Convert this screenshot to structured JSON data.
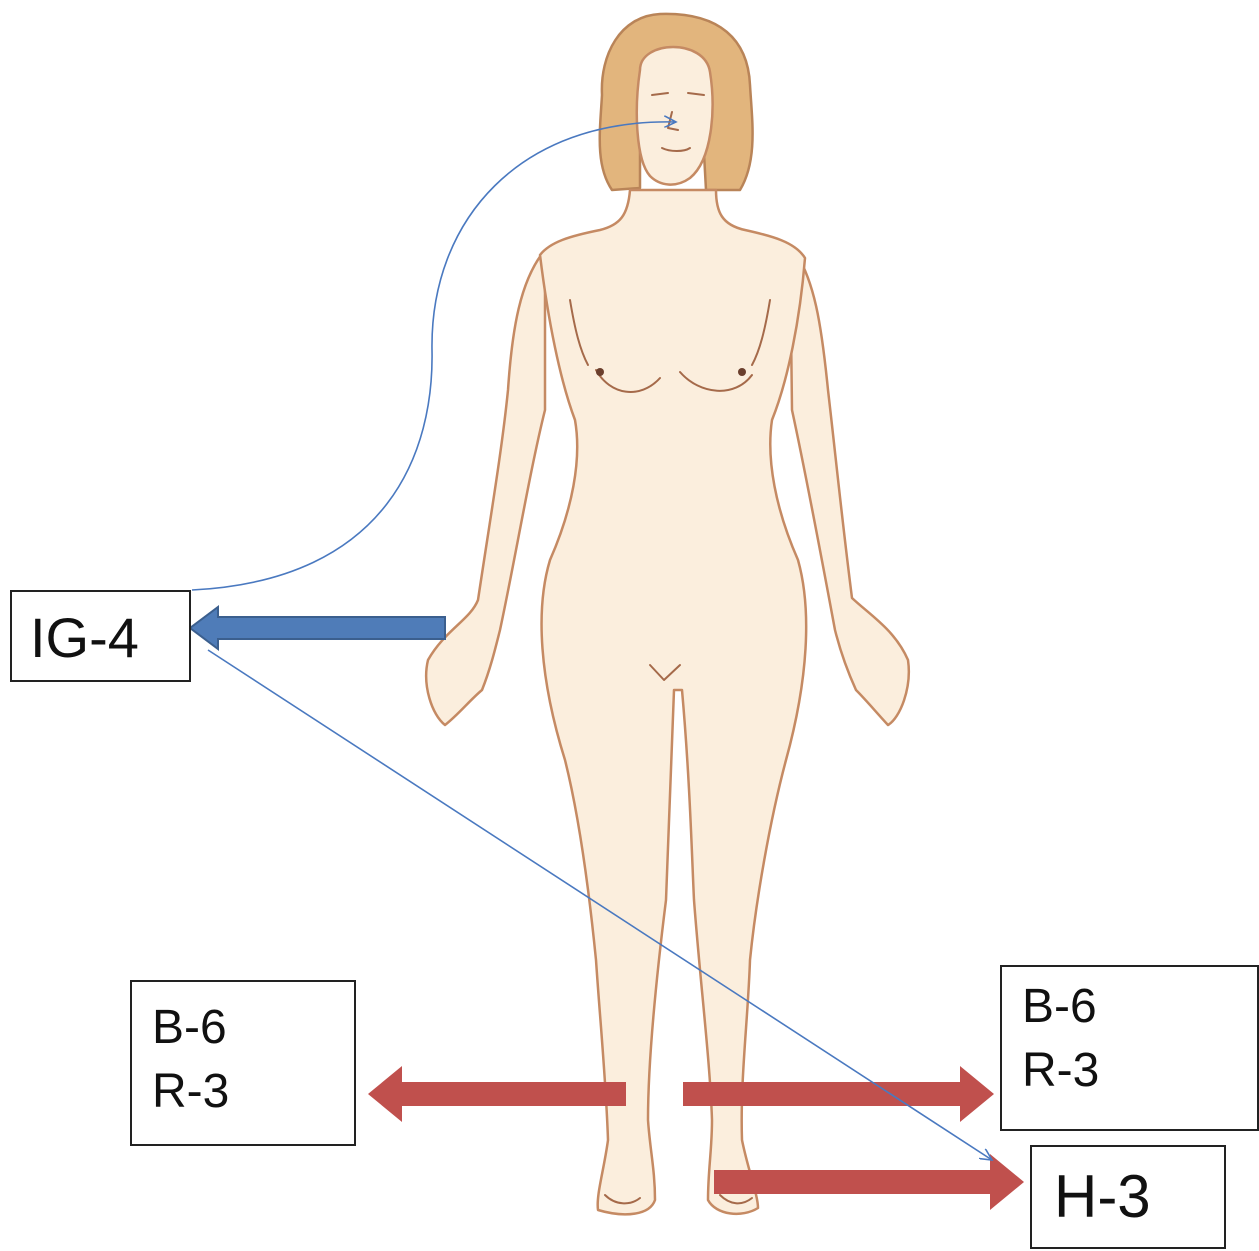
{
  "labels": {
    "hand_point": "IG-4",
    "left_foot": {
      "line1": "B-6",
      "line2": "R-3"
    },
    "right_foot": {
      "line1": "B-6",
      "line2": "R-3"
    },
    "toe_point": "H-3"
  },
  "colors": {
    "skin_fill": "#fbeedd",
    "skin_outline": "#c58a63",
    "hair": "#e2b57d",
    "blue_arrow": "#4f7cb8",
    "red_arrow": "#c0504d",
    "connector": "#4a79c0",
    "box_border": "#222222"
  },
  "icons": [
    "female-figure-illustration",
    "thick-left-arrow",
    "thick-right-arrow",
    "curved-connector-arrow"
  ]
}
